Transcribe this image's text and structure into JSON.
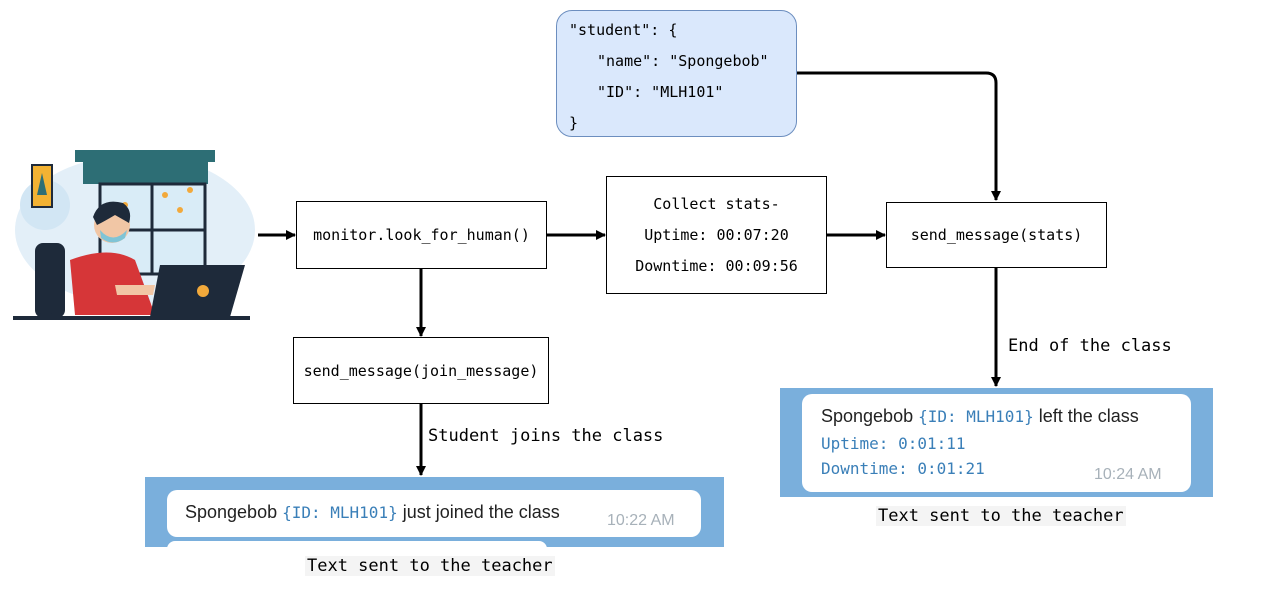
{
  "student_json": {
    "open": "\"student\": {",
    "name_line": "\"name\": \"Spongebob\"",
    "id_line": "\"ID\": \"MLH101\"",
    "close": "}"
  },
  "nodes": {
    "monitor": "monitor.look_for_human()",
    "collect_title": "Collect stats-",
    "uptime": "Uptime: 00:07:20",
    "downtime": "Downtime: 00:09:56",
    "send_stats": "send_message(stats)",
    "send_join": "send_message(join_message)"
  },
  "edge_labels": {
    "join": "Student joins the class",
    "end": "End of the class"
  },
  "join_message": {
    "name": "Spongebob",
    "id": "{ID: MLH101}",
    "text": "just joined the class",
    "time": "10:22 AM",
    "caption": "Text sent to the teacher"
  },
  "left_message": {
    "name": "Spongebob",
    "id": "{ID: MLH101}",
    "text": "left the class",
    "uptime": "Uptime: 0:01:11",
    "downtime": "Downtime: 0:01:21",
    "time": "10:24 AM",
    "caption": "Text sent to the teacher"
  },
  "colors": {
    "json_fill": "#dae8fc",
    "json_stroke": "#6c8ebf",
    "chat_panel": "#7aafdc",
    "id_blue": "#3a7fb8"
  }
}
